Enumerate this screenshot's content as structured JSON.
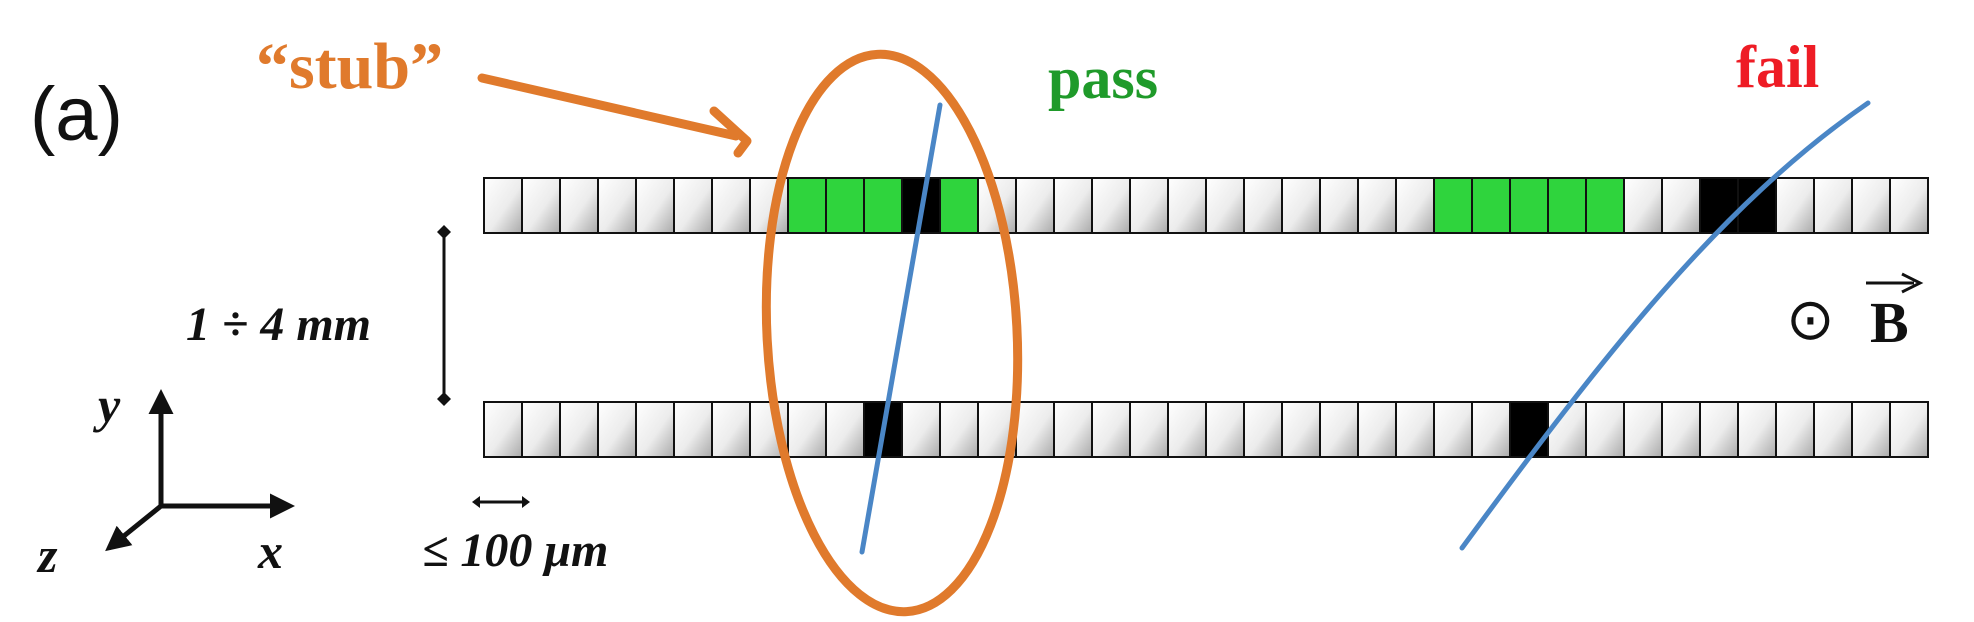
{
  "panel_label": "(a)",
  "labels": {
    "stub": "“stub”",
    "pass": "pass",
    "fail": "fail",
    "separation": "1 ÷ 4 mm",
    "pitch": "≤ 100 μm",
    "field_symbol": "⊙",
    "field_letter": "B",
    "axis_x": "x",
    "axis_y": "y",
    "axis_z": "z"
  },
  "colors": {
    "stub": "#e07a2c",
    "pass": "#1f9a2a",
    "fail": "#ee1c25",
    "track": "#4a86c6",
    "strip_pass": "#2fd43d",
    "strip_hit": "#000000",
    "strip_idle_light": "#ffffff",
    "strip_idle_dark": "#a9a9a9",
    "text": "#111111"
  },
  "sensors": {
    "strip_count": 38,
    "top_layer": {
      "pass_strips": [
        8,
        9,
        10,
        12,
        25,
        26,
        27,
        28,
        29
      ],
      "hit_strips": [
        11,
        32,
        33
      ]
    },
    "bottom_layer": {
      "pass_strips": [],
      "hit_strips": [
        10,
        27
      ]
    }
  }
}
